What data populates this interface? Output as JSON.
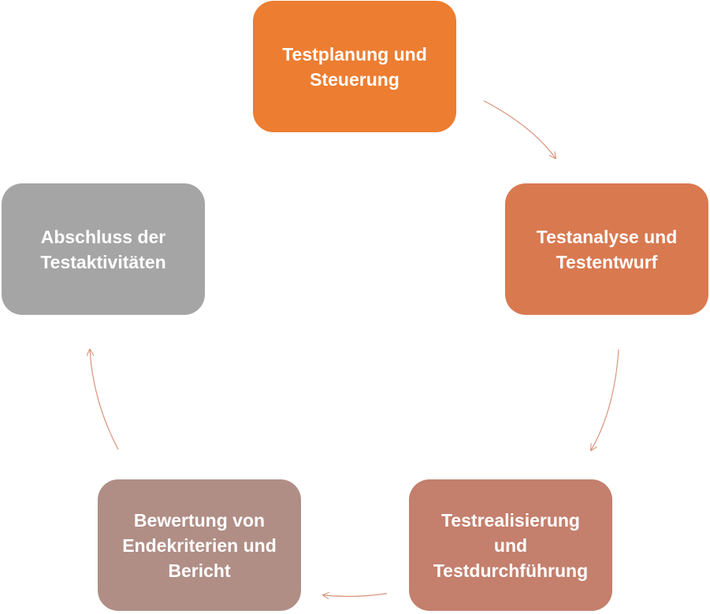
{
  "diagram": {
    "type": "cycle",
    "nodes": [
      {
        "label": "Testplanung und\nSteuerung",
        "color": "#ED7D31"
      },
      {
        "label": "Testanalyse und\nTestentwurf",
        "color": "#D97950"
      },
      {
        "label": "Testrealisierung\nund\nTestdurchführung",
        "color": "#C47F6D"
      },
      {
        "label": "Bewertung von\nEndekriterien und\nBericht",
        "color": "#B08E86"
      },
      {
        "label": "Abschluss der\nTestaktivitäten",
        "color": "#A5A5A5"
      }
    ],
    "arrow_color": "#D99277"
  }
}
